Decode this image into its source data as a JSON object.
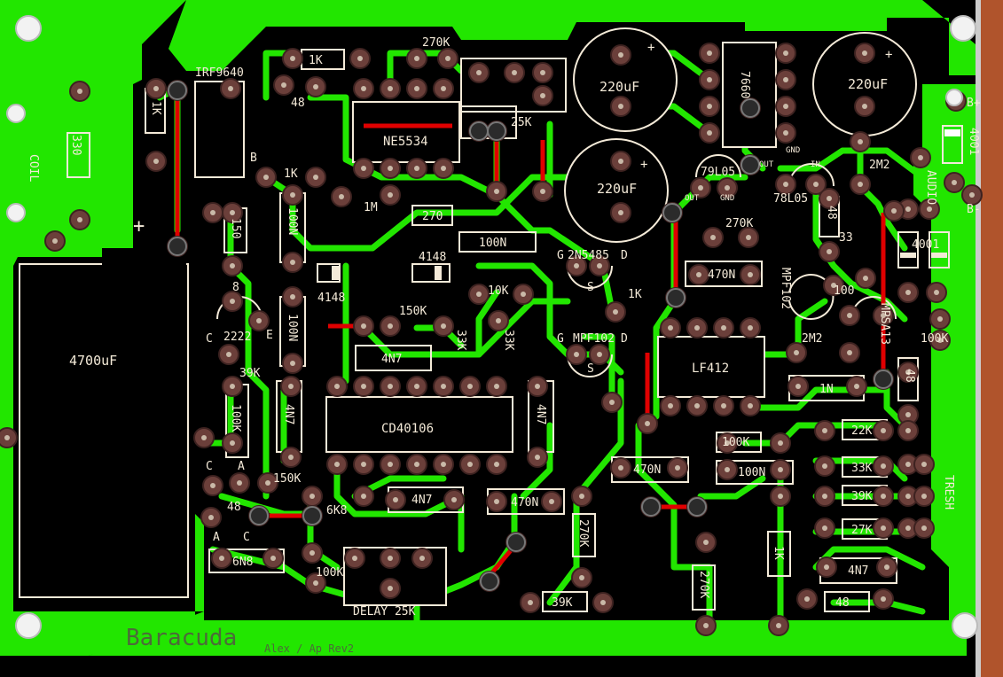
{
  "colors": {
    "board": "#000000",
    "copper": "#22e600",
    "pad": "#6b3f3a",
    "silk": "#f4ead8",
    "jumper": "#e00000",
    "edge": "#b0542c",
    "mark": "#4d6a3a"
  },
  "chips": {
    "ne5534": "NE5534",
    "cd40106": "CD40106",
    "lf412": "LF412",
    "reg7660": "7660"
  },
  "transistors": {
    "irf9640": "IRF9640",
    "r79l05": "79L05",
    "r78l05": "78L05",
    "q2222": "2222",
    "q2n5485": "2N5485",
    "mpf102a": "MPF102",
    "mpf102b": "MPF102",
    "mpsa13": "MPSA13"
  },
  "caps": {
    "c4700": "4700uF",
    "c220a": "220uF",
    "c220b": "220uF",
    "c220c": "220uF"
  },
  "resistors": {
    "r330": "330",
    "r1k_top": "1K",
    "r1k_irf": "1K",
    "r270k_top": "270K",
    "r25k": "25K",
    "r1k_mid": "1K",
    "r1m": "1M",
    "r270": "270",
    "r100n_a": "100N",
    "r150": "150",
    "r100n_b": "100N",
    "r4148a": "4148",
    "r4148b": "4148",
    "r100n_c": "100N",
    "r10k": "10K",
    "r150k": "150K",
    "r33k_a": "33K",
    "r33k_b": "33K",
    "r4n7_a": "4N7",
    "r39k": "39K",
    "r100k_a": "100K",
    "r4n7_b": "4N7",
    "r4n7_c": "4N7",
    "r150k_b": "150K",
    "r6k8": "6K8",
    "r4n7_d": "4N7",
    "r470n_a": "470N",
    "r270k_b": "270K",
    "r100k_b": "100K",
    "rdelay": "DELAY 25K",
    "r6n8": "6N8",
    "r39k_b": "39K",
    "r270k_c": "270K",
    "r470n_b": "470N",
    "r100k_c": "100K",
    "r100n_d": "100N",
    "r1k_b": "1K",
    "r270k_d": "270K",
    "r470n_c": "470N",
    "r1k_c": "1K",
    "r2m2_a": "2M2",
    "r2m2_b": "2M2",
    "r48_a": "48",
    "r48_b": "48",
    "r48_c": "48",
    "r48_d": "48",
    "r48_e": "48",
    "r33": "33",
    "r100": "100",
    "r100k_d": "100K",
    "r1n": "1N",
    "r22k": "22K",
    "r33k_c": "33K",
    "r39k_c": "39K",
    "r27k": "27K",
    "r4n7_e": "4N7",
    "r8": "8",
    "r4001a": "4001",
    "r4001b": "4001"
  },
  "labels": {
    "coil": "COIL",
    "audio": "AUDIO",
    "tresh": "TRESH",
    "bplus": "B+",
    "bminus": "B-",
    "plus": "+",
    "gnd": "GND",
    "out": "OUT",
    "in": "IN",
    "brand": "Baracuda",
    "author": "Alex / Ap Rev2",
    "pin_c": "C",
    "pin_e": "E",
    "pin_b": "B",
    "pin_g": "G",
    "pin_d": "D",
    "pin_s": "S",
    "pin_a": "A"
  }
}
